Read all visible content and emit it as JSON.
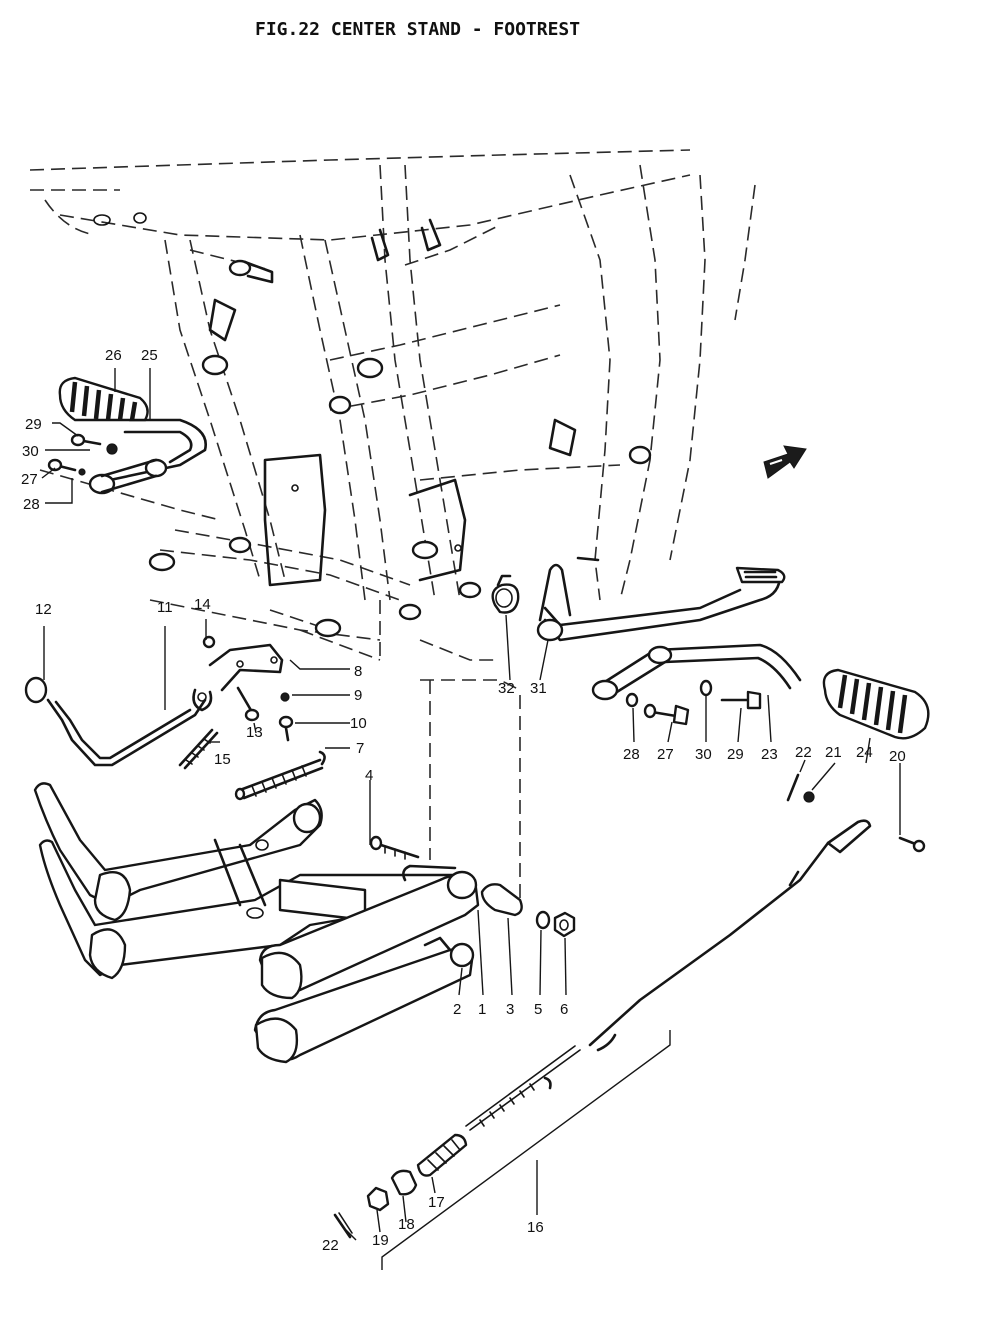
{
  "title": "FIG.22   CENTER STAND - FOOTREST",
  "callouts": {
    "n1": "1",
    "n2": "2",
    "n3": "3",
    "n4": "4",
    "n5": "5",
    "n6": "6",
    "n7": "7",
    "n8": "8",
    "n9": "9",
    "n10": "10",
    "n11": "11",
    "n12": "12",
    "n13": "13",
    "n14": "14",
    "n15": "15",
    "n16": "16",
    "n17": "17",
    "n18": "18",
    "n19": "19",
    "n20": "20",
    "n21": "21",
    "n22": "22",
    "n23": "23",
    "n24": "24",
    "n25": "25",
    "n26": "26",
    "n27": "27",
    "n28": "28",
    "n29": "29",
    "n30": "30",
    "n31": "31",
    "n32": "32"
  },
  "icons": {
    "front_arrow": "arrow-right-icon"
  }
}
